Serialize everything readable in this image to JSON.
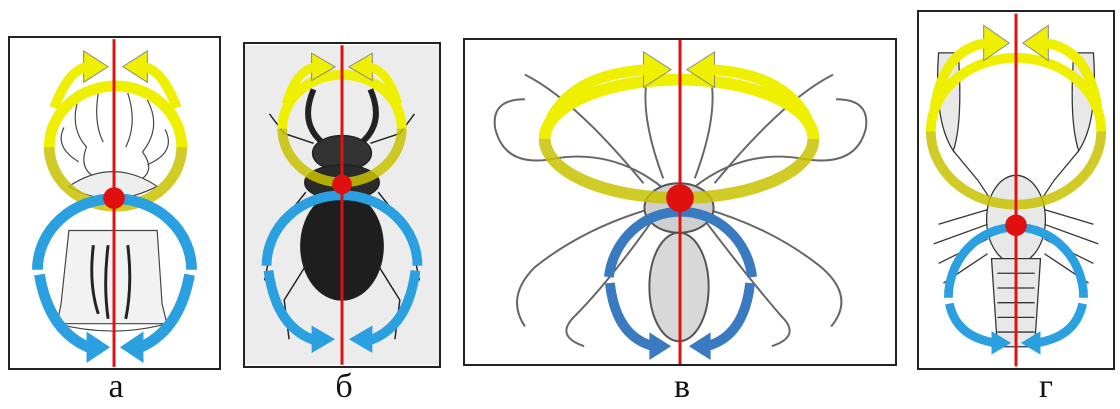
{
  "figure": {
    "panels": [
      {
        "id": "a",
        "label": "а"
      },
      {
        "id": "b",
        "label": "б"
      },
      {
        "id": "c",
        "label": "в"
      },
      {
        "id": "d",
        "label": "г"
      }
    ],
    "colors": {
      "axis": "#e01010",
      "center": "#e01010",
      "upper_arrow": "#eef000",
      "upper_arrow_dark": "#b8b200",
      "lower_arrow": "#2aa0e0",
      "lower_arrow_dark": "#1a68a8",
      "outline": "#333333"
    },
    "icons": [
      "jellyfish-polyp-drawing",
      "stag-beetle-drawing",
      "octopus-drawing",
      "crayfish-drawing"
    ]
  }
}
